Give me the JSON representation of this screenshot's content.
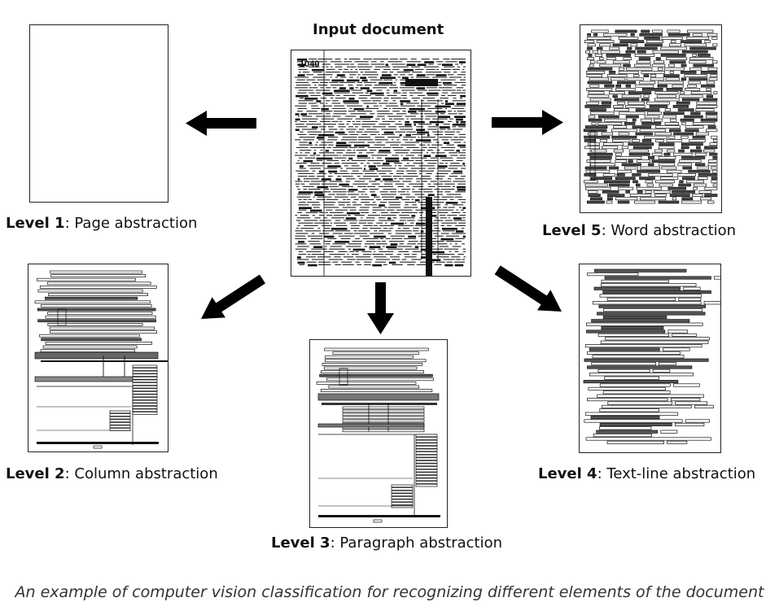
{
  "input": {
    "title": "Input document",
    "form_code": "1040"
  },
  "levels": [
    {
      "id": 1,
      "bold": "Level 1",
      "text": ": Page abstraction"
    },
    {
      "id": 2,
      "bold": "Level 2",
      "text": ": Column abstraction"
    },
    {
      "id": 3,
      "bold": "Level 3",
      "text": ": Paragraph abstraction"
    },
    {
      "id": 4,
      "bold": "Level 4",
      "text": ": Text-line abstraction"
    },
    {
      "id": 5,
      "bold": "Level 5",
      "text": ": Word abstraction"
    }
  ],
  "caption": "An example of computer vision classification for recognizing different elements of the document"
}
